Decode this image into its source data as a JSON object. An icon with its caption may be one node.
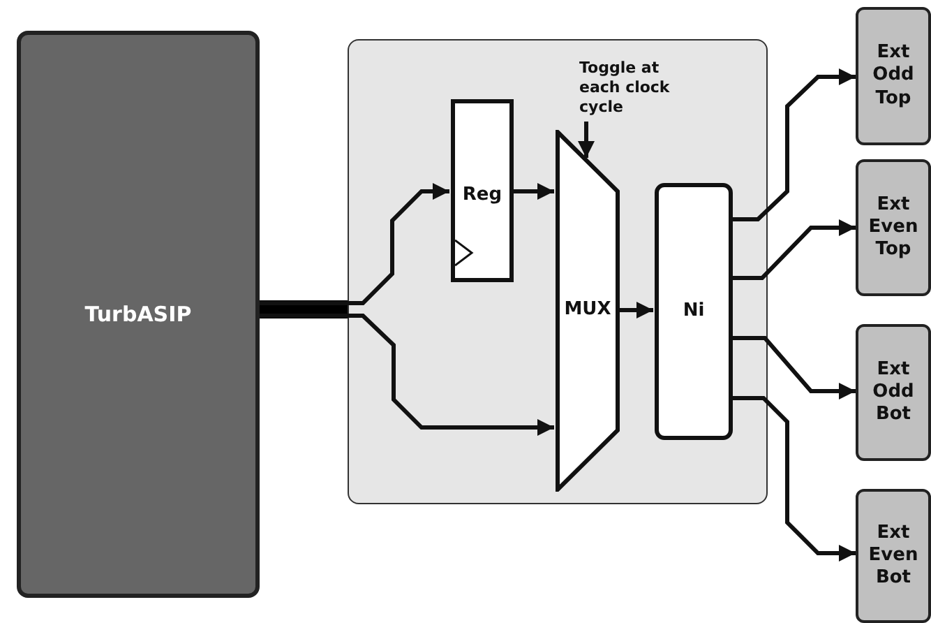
{
  "diagram": {
    "nodes": [
      {
        "text": [
          "TurbASIP"
        ]
      },
      {
        "text": [],
        "shape": "box"
      },
      {
        "text": [
          "Reg"
        ],
        "in": 1
      },
      {
        "text": [
          "MUX"
        ],
        "in": 1
      },
      {
        "text": [
          "Ni"
        ],
        "in": 1
      },
      {
        "text": [
          "Toggle at each clock cycle"
        ],
        "in": 1
      },
      {
        "text": [
          "Ext Odd Top"
        ]
      },
      {
        "text": [
          "Ext Even Top"
        ]
      },
      {
        "text": [
          "Ext Odd Bot"
        ]
      },
      {
        "text": [
          "Ext Even Bot"
        ]
      }
    ],
    "edges": [
      {
        "from": 0,
        "to": 2,
        "arrow": "to"
      },
      {
        "from": 0,
        "to": 3,
        "arrow": "to"
      },
      {
        "from": 2,
        "to": 3,
        "arrow": "to"
      },
      {
        "from": 5,
        "to": 3,
        "arrow": "to"
      },
      {
        "from": 3,
        "to": 4,
        "arrow": "to"
      },
      {
        "from": 4,
        "to": 6,
        "arrow": "to"
      },
      {
        "from": 4,
        "to": 7,
        "arrow": "to"
      },
      {
        "from": 4,
        "to": 8,
        "arrow": "to"
      },
      {
        "from": 4,
        "to": 9,
        "arrow": "to"
      }
    ]
  }
}
